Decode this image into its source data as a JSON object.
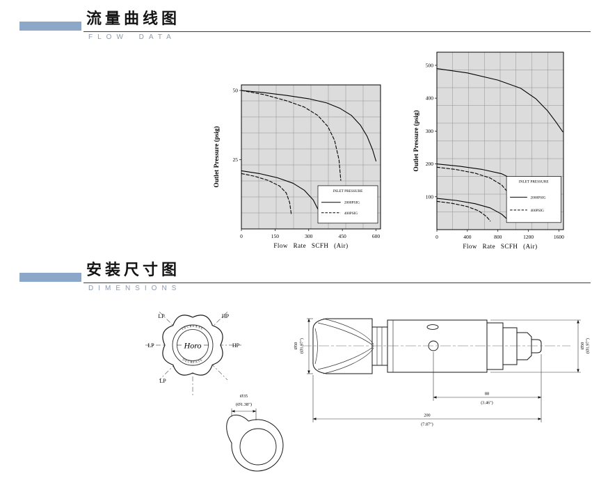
{
  "meta": {
    "accent_color": "#8da7c8",
    "rule_color": "#3c3c3c",
    "plot_bg_color": "#dcdcdc"
  },
  "sections": {
    "flow": {
      "title_cn": "流量曲线图",
      "title_en": "FLOW DATA"
    },
    "dims": {
      "title_cn": "安装尺寸图",
      "title_en": "DIMENSIONS"
    }
  },
  "chart_data": [
    {
      "id": "flow-chart-low-range",
      "type": "line",
      "title": "",
      "xlabel": "Flow Rate  SCFH  (Air)",
      "ylabel": "Outlet Pressure (psig)",
      "xlim": [
        0,
        620
      ],
      "ylim": [
        0,
        52
      ],
      "xticks": [
        0,
        150,
        300,
        450,
        600
      ],
      "yticks": [
        25,
        50
      ],
      "grid": {
        "nx": 8,
        "ny": 9
      },
      "legend": {
        "title": "INLET PRESSURE",
        "position": "bottom-right",
        "entries": [
          {
            "label": "2000PSIG",
            "style": "solid"
          },
          {
            "label": "400PSIG",
            "style": "dashed"
          }
        ]
      },
      "series": [
        {
          "name": "set50-inlet2000psig",
          "style": "solid",
          "points": [
            [
              0,
              50
            ],
            [
              100,
              49.2
            ],
            [
              200,
              48.2
            ],
            [
              300,
              47
            ],
            [
              380,
              45.5
            ],
            [
              440,
              43.5
            ],
            [
              490,
              41
            ],
            [
              530,
              37.5
            ],
            [
              560,
              33.5
            ],
            [
              585,
              28.5
            ],
            [
              600,
              24.5
            ]
          ]
        },
        {
          "name": "set50-inlet400psig",
          "style": "dashed",
          "points": [
            [
              0,
              50
            ],
            [
              100,
              48.5
            ],
            [
              200,
              46.3
            ],
            [
              280,
              44
            ],
            [
              340,
              41
            ],
            [
              385,
              37
            ],
            [
              415,
              32
            ],
            [
              435,
              25
            ],
            [
              443,
              17.5
            ]
          ]
        },
        {
          "name": "set25-inlet2000psig",
          "style": "solid",
          "points": [
            [
              0,
              21
            ],
            [
              80,
              20
            ],
            [
              160,
              18.5
            ],
            [
              230,
              16.5
            ],
            [
              280,
              14
            ],
            [
              320,
              10.5
            ],
            [
              345,
              6.5
            ],
            [
              355,
              3.5
            ]
          ]
        },
        {
          "name": "set25-inlet400psig",
          "style": "dashed",
          "points": [
            [
              0,
              20
            ],
            [
              60,
              19
            ],
            [
              120,
              17.5
            ],
            [
              170,
              15.5
            ],
            [
              200,
              13
            ],
            [
              215,
              9.5
            ],
            [
              222,
              5.5
            ]
          ]
        }
      ]
    },
    {
      "id": "flow-chart-high-range",
      "type": "line",
      "title": "",
      "xlabel": "Flow Rate  SCFH  (Air)",
      "ylabel": "Outlet Pressure (psig)",
      "xlim": [
        0,
        1660
      ],
      "ylim": [
        0,
        540
      ],
      "xticks": [
        0,
        400,
        800,
        1200,
        1600
      ],
      "yticks": [
        100,
        200,
        300,
        400,
        500
      ],
      "grid": {
        "nx": 8,
        "ny": 10
      },
      "legend": {
        "title": "INLET PRESSURE",
        "position": "bottom-right",
        "entries": [
          {
            "label": "2000PSIG",
            "style": "solid"
          },
          {
            "label": "400PSIG",
            "style": "dashed"
          }
        ]
      },
      "series": [
        {
          "name": "set500-inlet2000psig",
          "style": "solid",
          "points": [
            [
              0,
              490
            ],
            [
              400,
              477
            ],
            [
              800,
              455
            ],
            [
              1100,
              430
            ],
            [
              1300,
              398
            ],
            [
              1450,
              362
            ],
            [
              1560,
              328
            ],
            [
              1650,
              298
            ]
          ]
        },
        {
          "name": "set200-inlet2000psig",
          "style": "solid",
          "points": [
            [
              0,
              200
            ],
            [
              300,
              193
            ],
            [
              600,
              183
            ],
            [
              850,
              170
            ],
            [
              1000,
              153
            ],
            [
              1100,
              128
            ],
            [
              1160,
              100
            ],
            [
              1185,
              82
            ]
          ]
        },
        {
          "name": "set200-inlet400psig",
          "style": "dashed",
          "points": [
            [
              0,
              190
            ],
            [
              250,
              183
            ],
            [
              500,
              172
            ],
            [
              700,
              157
            ],
            [
              850,
              136
            ],
            [
              950,
              108
            ],
            [
              1000,
              85
            ]
          ]
        },
        {
          "name": "set100-inlet2000psig",
          "style": "solid",
          "points": [
            [
              0,
              95
            ],
            [
              250,
              89
            ],
            [
              500,
              79
            ],
            [
              700,
              66
            ],
            [
              850,
              47
            ],
            [
              940,
              28
            ]
          ]
        },
        {
          "name": "set100-inlet400psig",
          "style": "dashed",
          "points": [
            [
              0,
              86
            ],
            [
              200,
              80
            ],
            [
              400,
              70
            ],
            [
              550,
              57
            ],
            [
              650,
              40
            ],
            [
              700,
              26
            ]
          ]
        }
      ]
    }
  ],
  "knob_view": {
    "brand": "Horo",
    "increase": "INCREASE",
    "decrease": "DECREASE",
    "labels": {
      "top_left": "LP",
      "top_right": "HP",
      "left": "LP",
      "right": "HP",
      "bottom": "LP"
    }
  },
  "side_view": {
    "dim_knob_dia": {
      "mm": "Ø50",
      "inch": "(Ø1.97\")"
    },
    "dim_body_dia": {
      "mm": "Ø50",
      "inch": "(Ø1.97\")"
    },
    "dim_right_len": {
      "mm": "88",
      "inch": "(3.46\")"
    },
    "dim_total_len": {
      "mm": "200",
      "inch": "(7.87\")"
    }
  },
  "bottom_view": {
    "dim_dia": {
      "mm": "Ø35",
      "inch": "(Ø1.38\")"
    }
  }
}
